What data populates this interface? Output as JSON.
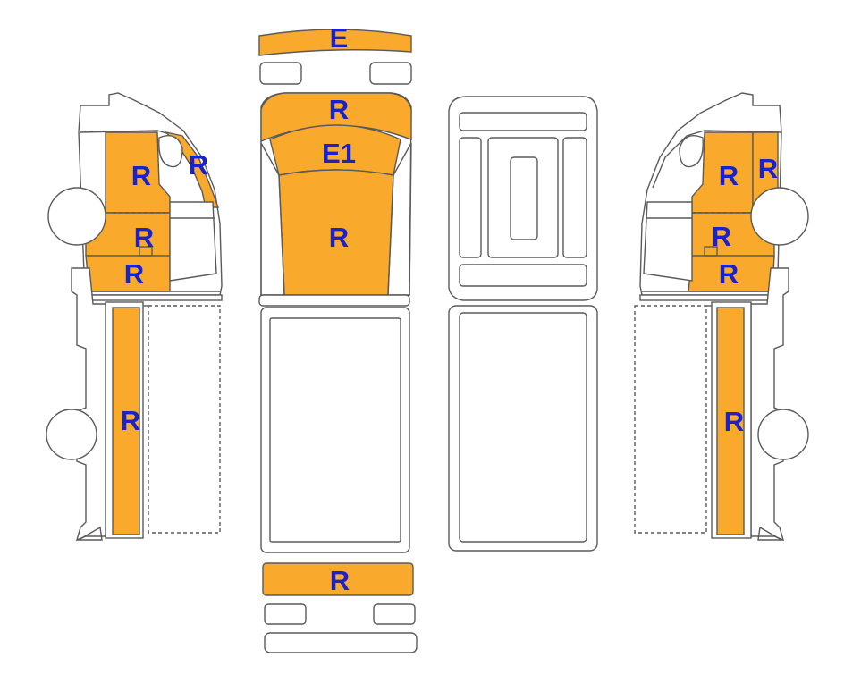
{
  "colors": {
    "fill": "#F9A92B",
    "outline": "#5a5a5a",
    "label": "#1a22cc",
    "background": "#ffffff"
  },
  "labels": {
    "front_bumper": "E",
    "hood": "R",
    "windshield": "E1",
    "roof": "R",
    "rear_bumper": "R",
    "left_upper_door": "R",
    "left_pillar": "R",
    "left_mid_door": "R",
    "left_lower_door": "R",
    "left_bed_side": "R",
    "right_upper_door": "R",
    "right_pillar": "R",
    "right_mid_door": "R",
    "right_lower_door": "R",
    "right_bed_side": "R"
  }
}
